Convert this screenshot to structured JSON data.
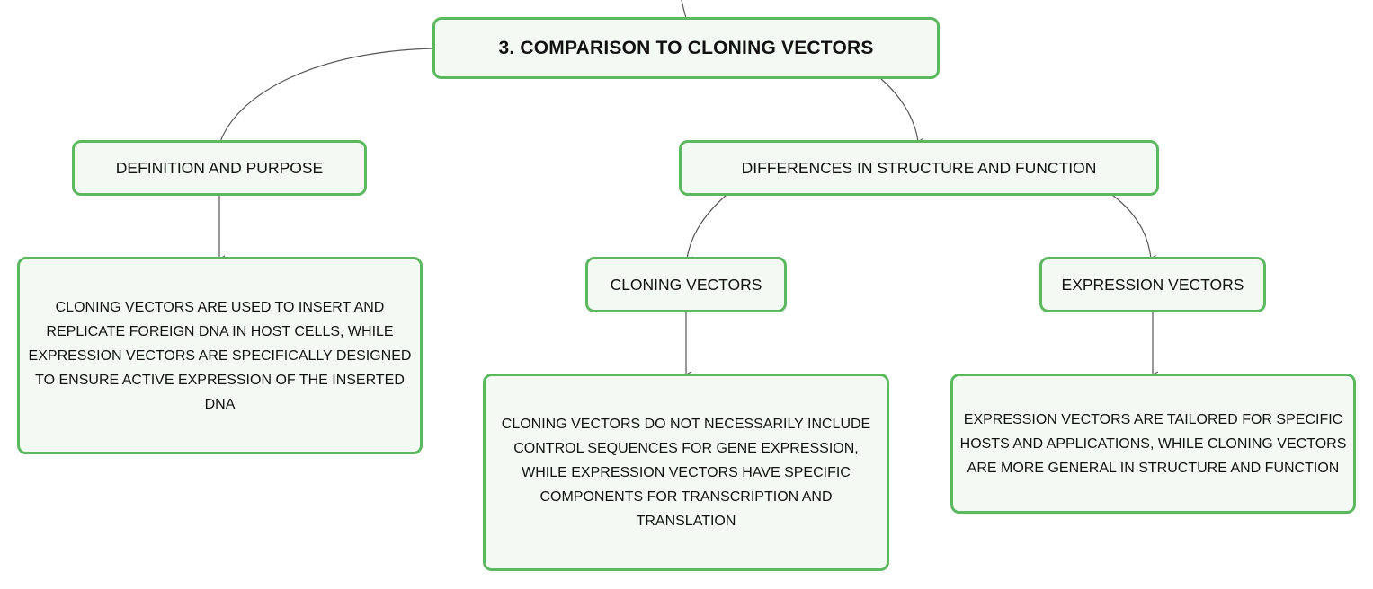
{
  "diagram": {
    "root": {
      "label": "3. COMPARISON TO CLONING VECTORS"
    },
    "definition": {
      "label": "DEFINITION AND PURPOSE",
      "detail": "CLONING VECTORS ARE USED TO INSERT AND REPLICATE FOREIGN DNA IN HOST CELLS, WHILE EXPRESSION VECTORS ARE SPECIFICALLY DESIGNED TO ENSURE ACTIVE EXPRESSION OF THE INSERTED DNA"
    },
    "differences": {
      "label": "DIFFERENCES IN STRUCTURE AND FUNCTION",
      "cloning": {
        "label": "CLONING VECTORS",
        "detail": "CLONING VECTORS DO NOT NECESSARILY INCLUDE CONTROL SEQUENCES FOR GENE EXPRESSION, WHILE EXPRESSION VECTORS HAVE SPECIFIC COMPONENTS FOR TRANSCRIPTION AND TRANSLATION"
      },
      "expression": {
        "label": "EXPRESSION VECTORS",
        "detail": "EXPRESSION VECTORS ARE TAILORED FOR SPECIFIC HOSTS AND APPLICATIONS, WHILE CLONING VECTORS ARE MORE GENERAL IN STRUCTURE AND FUNCTION"
      }
    }
  },
  "colors": {
    "node_border": "#5cb85f",
    "node_fill": "#f3faf4",
    "connector": "#555555"
  }
}
